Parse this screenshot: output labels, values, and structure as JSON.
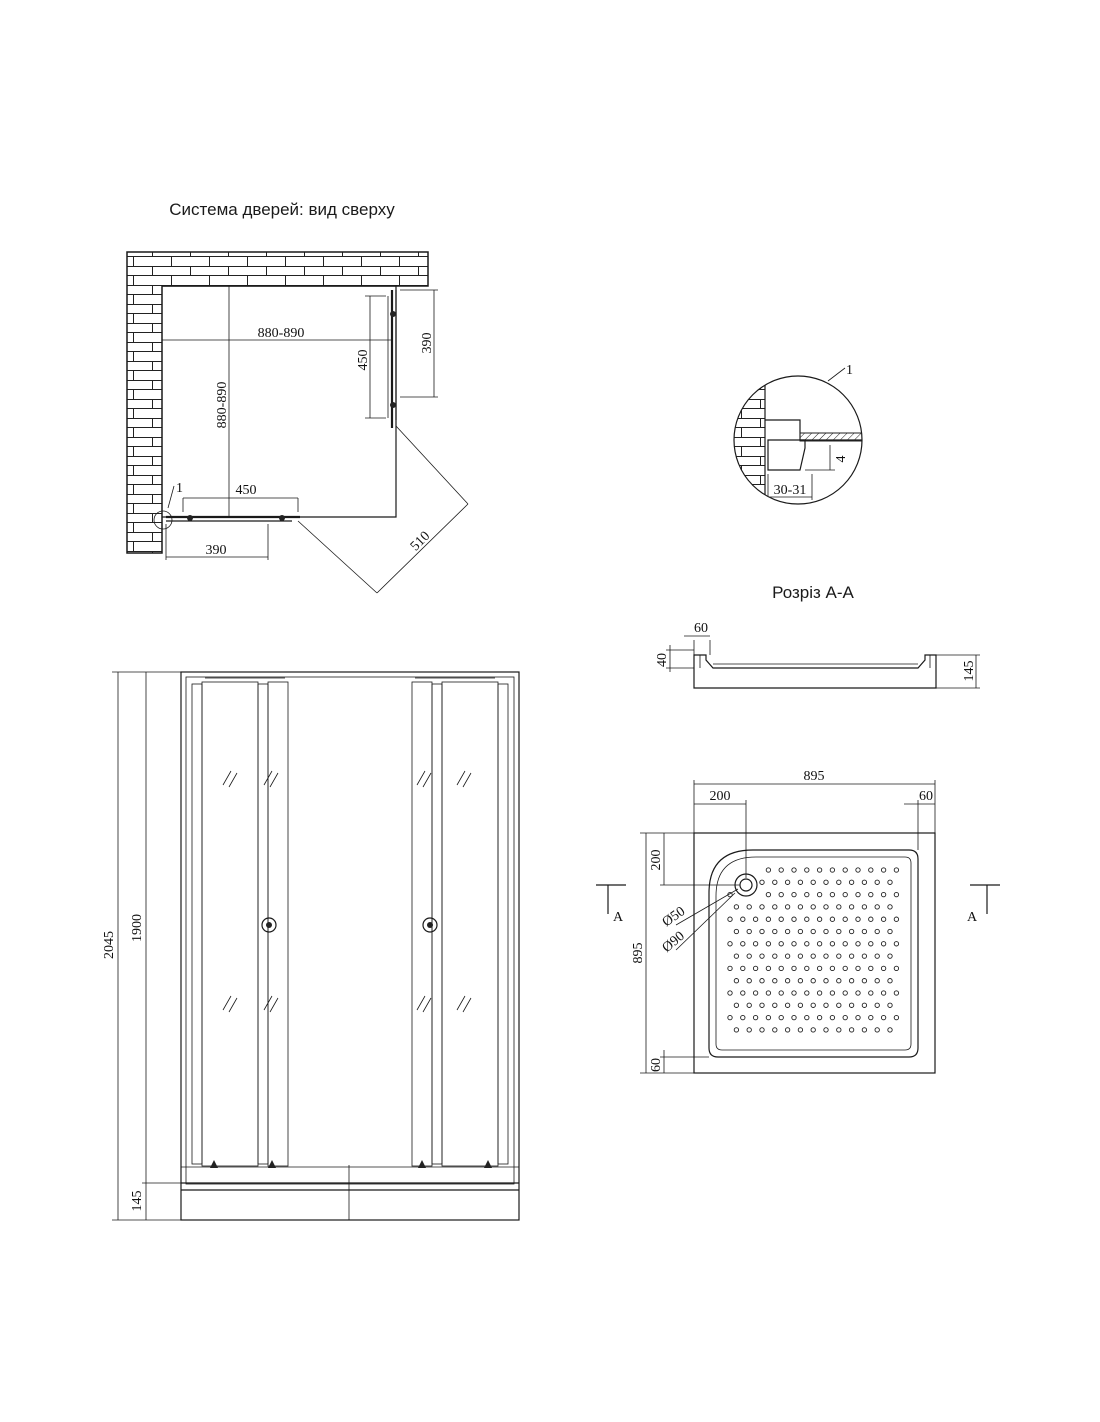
{
  "top_view": {
    "title": "Система дверей: вид сверху",
    "width_label": "880-890",
    "depth_label": "880-890",
    "door_opening_right": "450",
    "door_fixed_right": "390",
    "door_opening_bottom": "450",
    "door_fixed_bottom": "390",
    "diagonal": "510",
    "callout": "1"
  },
  "detail": {
    "callout": "1",
    "depth_label": "4",
    "width_label": "30-31"
  },
  "front_view": {
    "height_total": "2045",
    "height_doors": "1900",
    "height_tray": "145"
  },
  "section": {
    "title": "Розріз А-А",
    "rim_width": "60",
    "rim_height": "40",
    "height": "145"
  },
  "tray_plan": {
    "width": "895",
    "depth": "895",
    "drain_offset_x": "200",
    "drain_offset_y": "200",
    "rim_right": "60",
    "rim_bottom": "60",
    "drain_d1": "Ø50",
    "drain_d2": "Ø90",
    "cut_left": "A",
    "cut_right": "A"
  }
}
